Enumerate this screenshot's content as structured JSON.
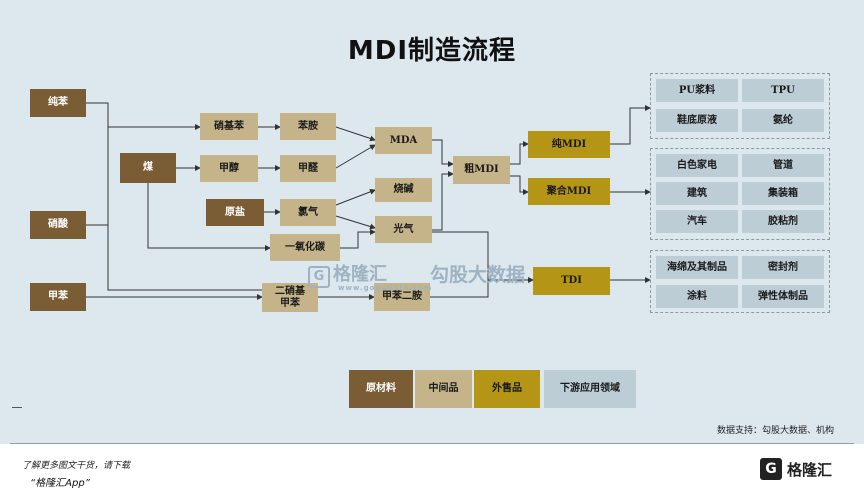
{
  "title": "MDI制造流程",
  "nodes": {
    "chunben": "纯苯",
    "xiaosuan": "硝酸",
    "jiaben": "甲苯",
    "mei": "煤",
    "yuanyan": "原盐",
    "xiaojiben": "硝基苯",
    "benan": "苯胺",
    "jiachun": "甲醇",
    "jiaquan": "甲醛",
    "mda": "MDA",
    "shaojian": "烧碱",
    "lvqi": "氯气",
    "guangqi": "光气",
    "yiyanghuatan": "一氧化碳",
    "erxiaojijiaben_1": "二硝基",
    "erxiaojijiaben_2": "甲苯",
    "jiabenerandan": "甲苯二胺",
    "cumdi": "粗MDI",
    "chunmdi": "纯MDI",
    "juhemdi": "聚合MDI",
    "tdi": "TDI"
  },
  "apps": {
    "pu": "PU浆料",
    "tpu": "TPU",
    "xiedi": "鞋底原液",
    "anlun": "氨纶",
    "baise": "白色家电",
    "guandao": "管道",
    "jianzhu": "建筑",
    "jizhuangxiang": "集装箱",
    "qiche": "汽车",
    "jiaonianji": "胶粘剂",
    "haimian": "海绵及其制品",
    "mifengji": "密封剂",
    "tuliao": "涂料",
    "tanxingti": "弹性体制品"
  },
  "legend": {
    "raw": "原材料",
    "mid": "中间品",
    "sale": "外售品",
    "app": "下游应用领域"
  },
  "colors": {
    "raw": "#7a5c35",
    "mid": "#c5b48a",
    "sale": "#b59515",
    "app": "#bdcdd6",
    "background": "#dde8ee"
  },
  "watermark": {
    "brand": "格隆汇",
    "brand2": "勾股大数据",
    "url": "www.gogudata.com"
  },
  "source": "数据支持：勾股大数据、机构",
  "footer": {
    "cta_line1": "了解更多图文干货，请下载",
    "cta_line2": "“格隆汇App”",
    "brand": "格隆汇",
    "logo_letter": "G"
  }
}
